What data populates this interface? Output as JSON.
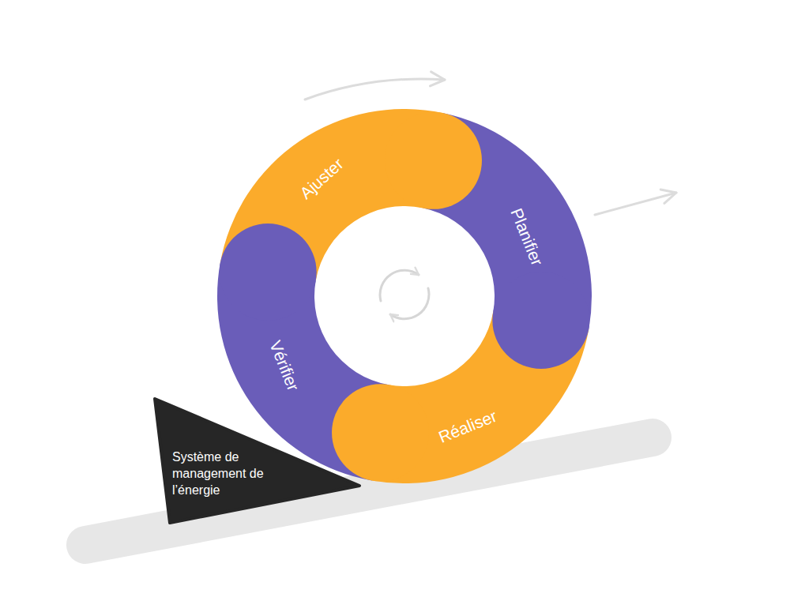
{
  "diagram": {
    "nodes": [
      {
        "text": [
          "Ajuster"
        ]
      },
      {
        "text": [
          "Planifier"
        ]
      },
      {
        "text": [
          "Réaliser"
        ]
      },
      {
        "text": [
          "Vérifier"
        ]
      },
      {
        "text": [
          "Système de management de l’énergie"
        ]
      }
    ]
  }
}
